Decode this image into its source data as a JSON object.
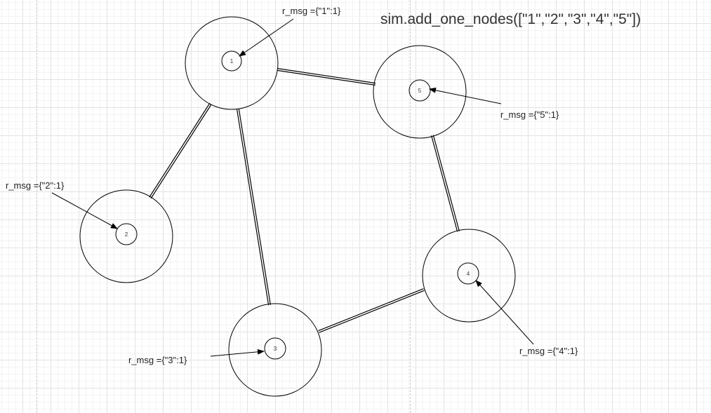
{
  "title": "sim.add_one_nodes([\"1\",\"2\",\"3\",\"4\",\"5\"])",
  "colors": {
    "stroke": "#000000",
    "grid_major": "#e3e3e3",
    "grid_minor": "#f3f3f3",
    "page_break": "#c8c8c8",
    "text": "#333333"
  },
  "nodes": [
    {
      "id": "1",
      "label": "1",
      "msg": "r_msg ={\"1\":1}"
    },
    {
      "id": "2",
      "label": "2",
      "msg": "r_msg ={\"2\":1}"
    },
    {
      "id": "3",
      "label": "3",
      "msg": "r_msg ={\"3\":1}"
    },
    {
      "id": "4",
      "label": "4",
      "msg": "r_msg ={\"4\":1}"
    },
    {
      "id": "5",
      "label": "5",
      "msg": "r_msg ={\"5\":1}"
    }
  ],
  "edges": [
    {
      "from": "1",
      "to": "5"
    },
    {
      "from": "1",
      "to": "2"
    },
    {
      "from": "1",
      "to": "3"
    },
    {
      "from": "5",
      "to": "4"
    },
    {
      "from": "4",
      "to": "3"
    }
  ]
}
